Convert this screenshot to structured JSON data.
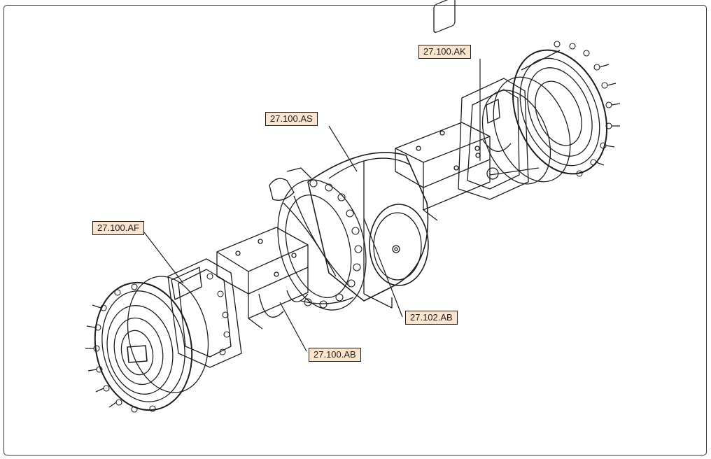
{
  "diagram": {
    "callout_fill": "#fbe3cd",
    "line_color": "#1e1e1e",
    "callouts": [
      {
        "id": "ak",
        "label": "27.100.AK"
      },
      {
        "id": "as",
        "label": "27.100.AS"
      },
      {
        "id": "af",
        "label": "27.100.AF"
      },
      {
        "id": "ab102",
        "label": "27.102.AB"
      },
      {
        "id": "ab100",
        "label": "27.100.AB"
      }
    ]
  }
}
